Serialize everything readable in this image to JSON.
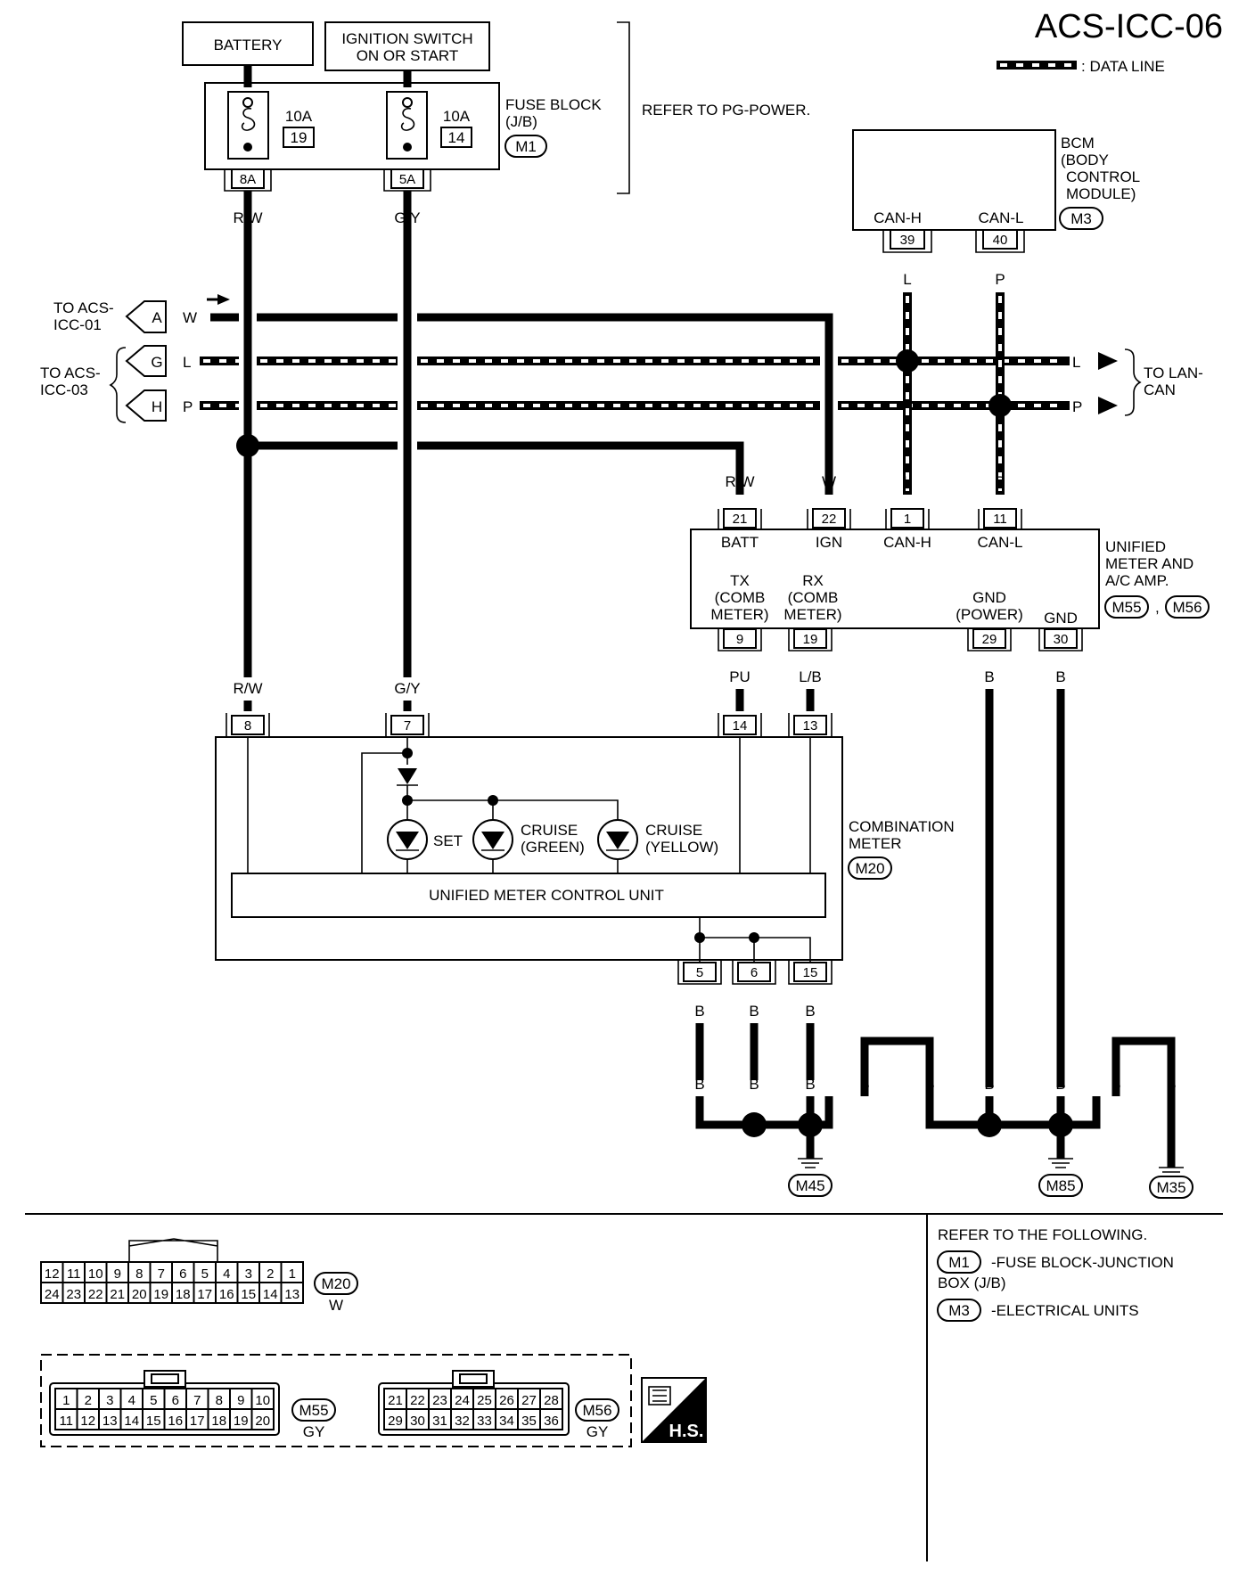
{
  "diagram_title": "ACS-ICC-06",
  "legend_data_line": ": DATA LINE",
  "battery": "BATTERY",
  "ignition_switch": [
    "IGNITION SWITCH",
    "ON OR START"
  ],
  "fuse_block": {
    "label": [
      "FUSE BLOCK",
      "(J/B)"
    ],
    "connector": "M1",
    "fuse_19": {
      "amps": "10A",
      "no": "19",
      "terminal": "8A"
    },
    "fuse_14": {
      "amps": "10A",
      "no": "14",
      "terminal": "5A"
    }
  },
  "refer_pg_power": "REFER TO PG-POWER.",
  "bcm": {
    "label": [
      "BCM",
      "(BODY",
      "CONTROL",
      "MODULE)"
    ],
    "connector": "M3",
    "can_h": {
      "name": "CAN-H",
      "pin": "39",
      "color": "L"
    },
    "can_l": {
      "name": "CAN-L",
      "pin": "40",
      "color": "P"
    }
  },
  "to_acs_icc01": {
    "label": [
      "TO ACS-",
      "ICC-01"
    ],
    "marker": "A",
    "color": "W"
  },
  "to_acs_icc03": {
    "label": [
      "TO ACS-",
      "ICC-03"
    ],
    "g_marker": "G",
    "g_color": "L",
    "h_marker": "H",
    "h_color": "P"
  },
  "to_lan_can": {
    "label": [
      "TO LAN-",
      "CAN"
    ],
    "l_color": "L",
    "p_color": "P"
  },
  "wire_colors": {
    "rw": "R/W",
    "gy": "G/Y",
    "w": "W",
    "l": "L",
    "p": "P",
    "pu": "PU",
    "lb": "L/B",
    "b": "B"
  },
  "unified_meter": {
    "label": [
      "UNIFIED",
      "METER AND",
      "A/C AMP."
    ],
    "connectors": [
      "M55",
      "M56"
    ],
    "connector_sep": ",",
    "pins_top": [
      {
        "pin": "21",
        "name": "BATT"
      },
      {
        "pin": "22",
        "name": "IGN"
      },
      {
        "pin": "1",
        "name": "CAN-H"
      },
      {
        "pin": "11",
        "name": "CAN-L"
      }
    ],
    "pins_bottom": [
      {
        "pin": "9",
        "name": [
          "TX",
          "(COMB",
          "METER)"
        ]
      },
      {
        "pin": "19",
        "name": [
          "RX",
          "(COMB",
          "METER)"
        ]
      },
      {
        "pin": "29",
        "name": [
          "GND",
          "(POWER)"
        ]
      },
      {
        "pin": "30",
        "name": [
          "GND"
        ]
      }
    ]
  },
  "combination_meter": {
    "label": [
      "COMBINATION",
      "METER"
    ],
    "connector": "M20",
    "pins_top": [
      "8",
      "7",
      "14",
      "13"
    ],
    "pins_bottom": [
      "5",
      "6",
      "15"
    ],
    "lamps": [
      {
        "label": [
          "SET"
        ]
      },
      {
        "label": [
          "CRUISE",
          "(GREEN)"
        ]
      },
      {
        "label": [
          "CRUISE",
          "(YELLOW)"
        ]
      }
    ],
    "control_unit": "UNIFIED METER CONTROL UNIT"
  },
  "grounds": [
    "M45",
    "M85",
    "M35"
  ],
  "connector_views": {
    "m20": {
      "id": "M20",
      "color": "W",
      "row1": [
        "12",
        "11",
        "10",
        "9",
        "8",
        "7",
        "6",
        "5",
        "4",
        "3",
        "2",
        "1"
      ],
      "row2": [
        "24",
        "23",
        "22",
        "21",
        "20",
        "19",
        "18",
        "17",
        "16",
        "15",
        "14",
        "13"
      ]
    },
    "m55": {
      "id": "M55",
      "color": "GY",
      "row1": [
        "1",
        "2",
        "3",
        "4",
        "5",
        "6",
        "7",
        "8",
        "9",
        "10"
      ],
      "row2": [
        "11",
        "12",
        "13",
        "14",
        "15",
        "16",
        "17",
        "18",
        "19",
        "20"
      ]
    },
    "m56": {
      "id": "M56",
      "color": "GY",
      "row1": [
        "21",
        "22",
        "23",
        "24",
        "25",
        "26",
        "27",
        "28"
      ],
      "row2": [
        "29",
        "30",
        "31",
        "32",
        "33",
        "34",
        "35",
        "36"
      ]
    },
    "hs_label": "H.S."
  },
  "refer_following": {
    "title": "REFER TO THE FOLLOWING.",
    "items": [
      {
        "id": "M1",
        "text": [
          "-FUSE BLOCK-JUNCTION",
          "BOX (J/B)"
        ]
      },
      {
        "id": "M3",
        "text": [
          "-ELECTRICAL UNITS"
        ]
      }
    ]
  }
}
